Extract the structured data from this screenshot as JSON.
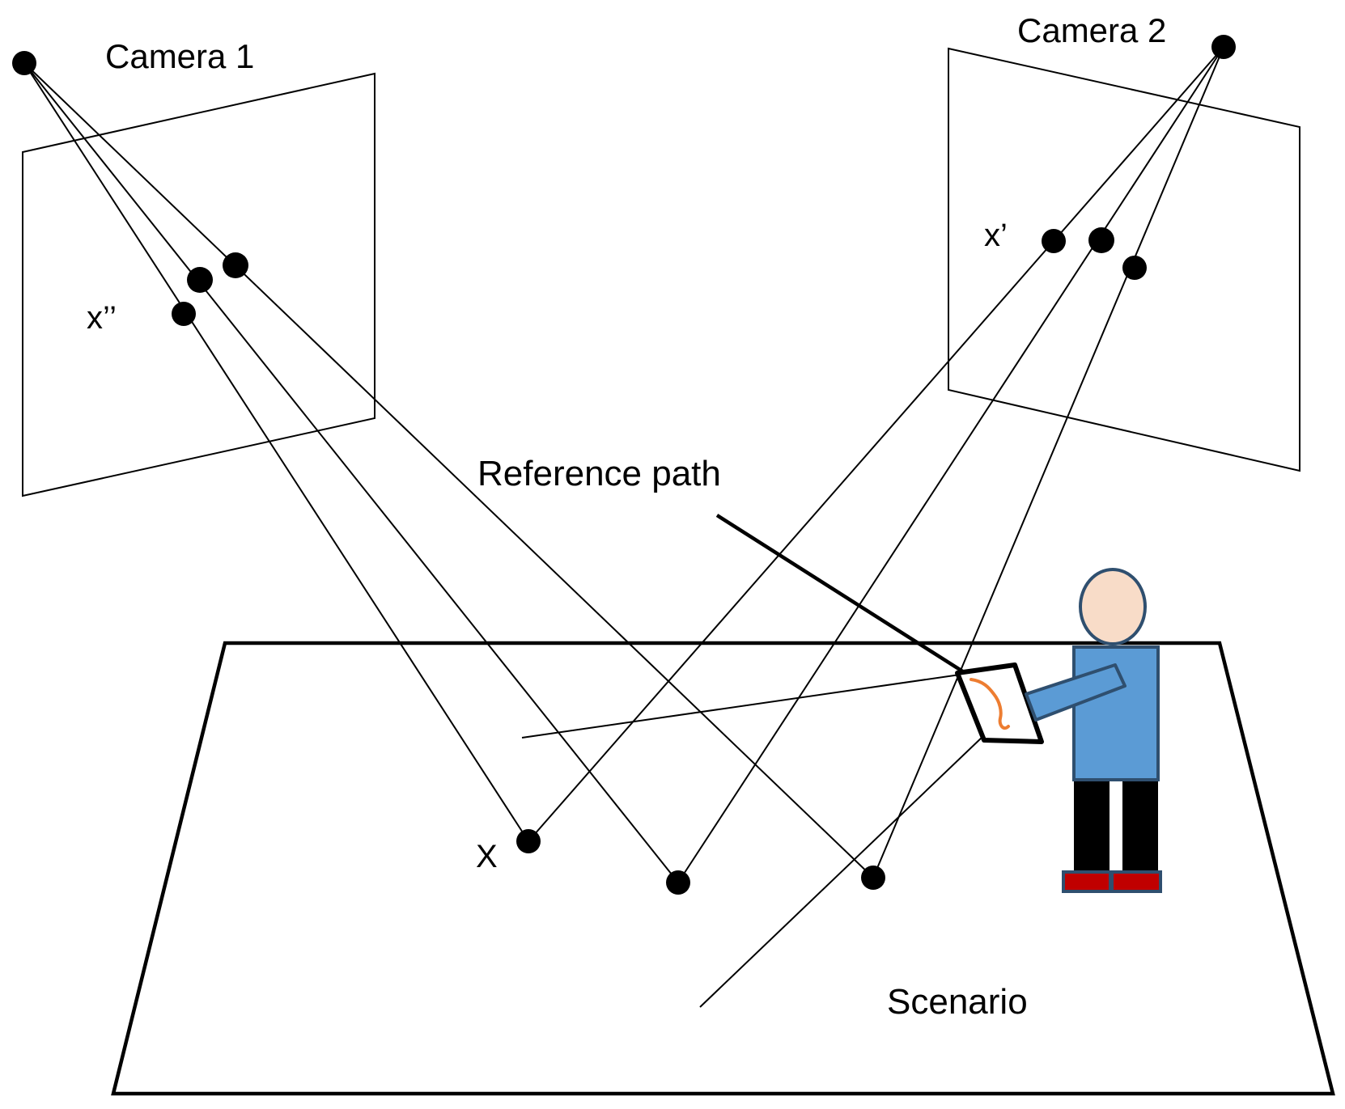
{
  "labels": {
    "camera1": "Camera 1",
    "camera2": "Camera 2",
    "x_double_prime": "x’’",
    "x_prime": "x’",
    "x_point": "X",
    "reference_path": "Reference path",
    "scenario": "Scenario"
  },
  "colors": {
    "ink": "#000000",
    "person_body": "#5b9bd5",
    "person_outline": "#2f4f6f",
    "person_head": "#f8dcc8",
    "shoes": "#c00000",
    "path_stroke": "#ed7d31"
  },
  "icons": {
    "person": "person-holding-tablet-icon",
    "tablet": "tablet-icon"
  }
}
